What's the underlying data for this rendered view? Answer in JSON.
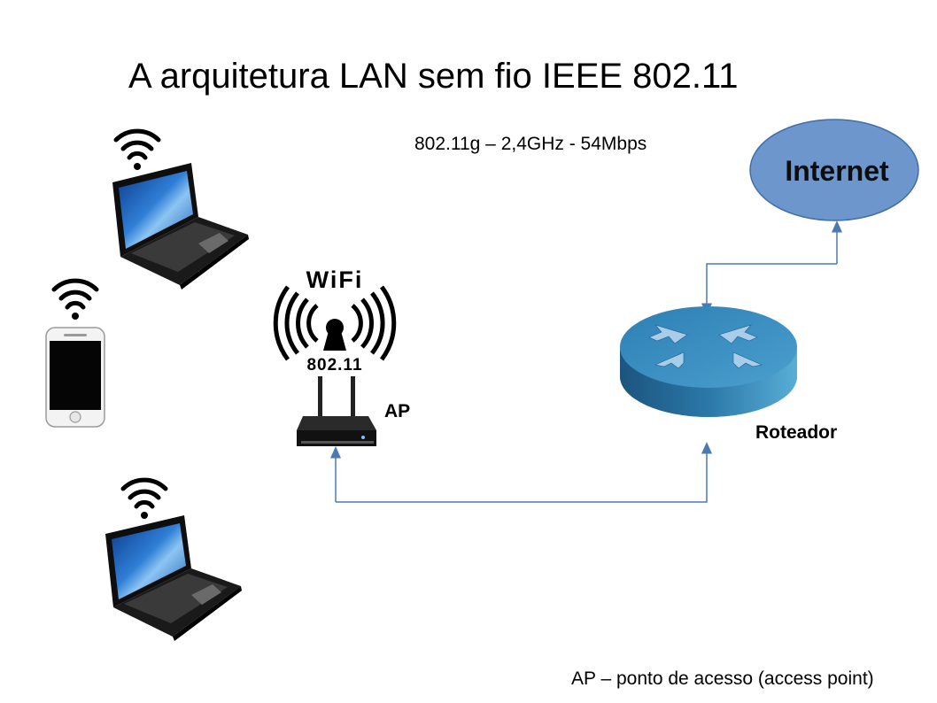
{
  "title": "A arquitetura LAN sem fio IEEE 802.11",
  "subtitle": "802.11g – 2,4GHz - 54Mbps",
  "nodes": {
    "internet": "Internet",
    "ap": "AP",
    "router": "Roteador"
  },
  "wifi_logo": {
    "top_text": "WiFi",
    "bottom_text": "802.11"
  },
  "footnote": "AP – ponto de acesso (access point)",
  "colors": {
    "link_line": "#4a7ab0",
    "internet_fill": "#6d96cc",
    "internet_stroke": "#3f6ea8",
    "router_top": "#3a88b6",
    "router_side": "#1f5f8f"
  }
}
